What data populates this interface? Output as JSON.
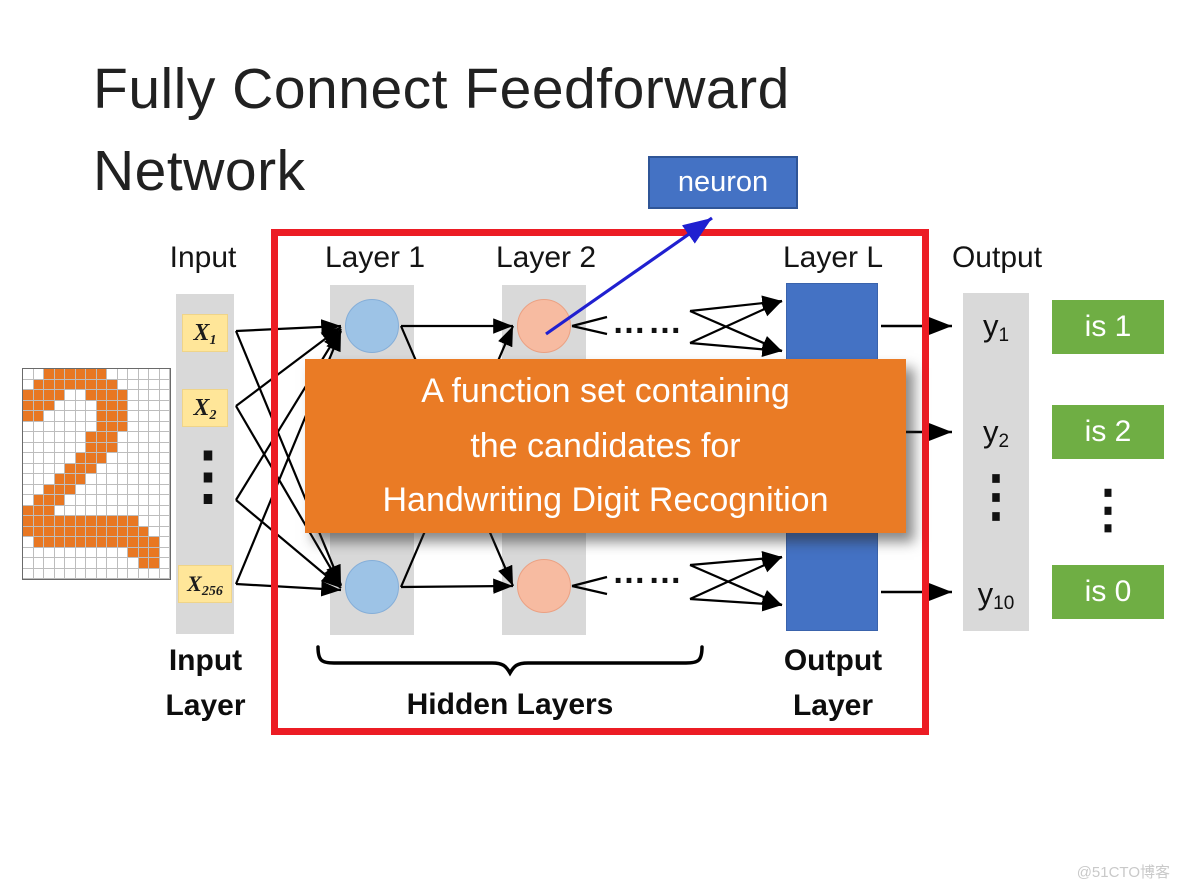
{
  "slide": {
    "title_lines": [
      "Fully Connect Feedforward",
      "Network"
    ],
    "watermark": "@51CTO博客"
  },
  "callout": {
    "neuron": "neuron"
  },
  "banner": {
    "lines": [
      "A function set containing",
      "the candidates for",
      "Handwriting Digit Recognition"
    ]
  },
  "columns": {
    "input": "Input",
    "layer1": "Layer 1",
    "layer2": "Layer 2",
    "layerL": "Layer L",
    "output": "Output"
  },
  "input_nodes": [
    {
      "base": "X",
      "sub": "1"
    },
    {
      "base": "X",
      "sub": "2"
    },
    {
      "base": "X",
      "sub": "256"
    }
  ],
  "output_nodes": [
    {
      "base": "y",
      "sub": "1"
    },
    {
      "base": "y",
      "sub": "2"
    },
    {
      "base": "y",
      "sub": "10"
    }
  ],
  "results": [
    "is 1",
    "is 2",
    "is 0"
  ],
  "footer": {
    "input_layer": [
      "Input",
      "Layer"
    ],
    "hidden_layers": "Hidden Layers",
    "output_layer": [
      "Output",
      "Layer"
    ]
  },
  "ellipsis": {
    "h": "……",
    "v": "⋮"
  },
  "colors": {
    "accent_blue": "#4472C4",
    "light_blue_neuron": "#9DC3E6",
    "salmon_neuron": "#F7BBA1",
    "banner_orange": "#EA7B25",
    "result_green": "#6FAE44",
    "frame_red": "#EC1C24",
    "digit_orange": "#E87722",
    "bar_gray": "#D9D9D9",
    "input_box_yellow": "#FFE699",
    "callout_arrow_blue": "#2020D0"
  },
  "digit_pixels": [
    "00111111000000",
    "01111111100000",
    "11110011110000",
    "11100001110000",
    "11000001110000",
    "00000001110000",
    "00000011100000",
    "00000011100000",
    "00000111000000",
    "00001110000000",
    "00011100000000",
    "00111000000000",
    "01110000000000",
    "11100000000000",
    "11111111111000",
    "11111111111100",
    "01111111111110",
    "00000000001110",
    "00000000000110",
    "00000000000000"
  ]
}
